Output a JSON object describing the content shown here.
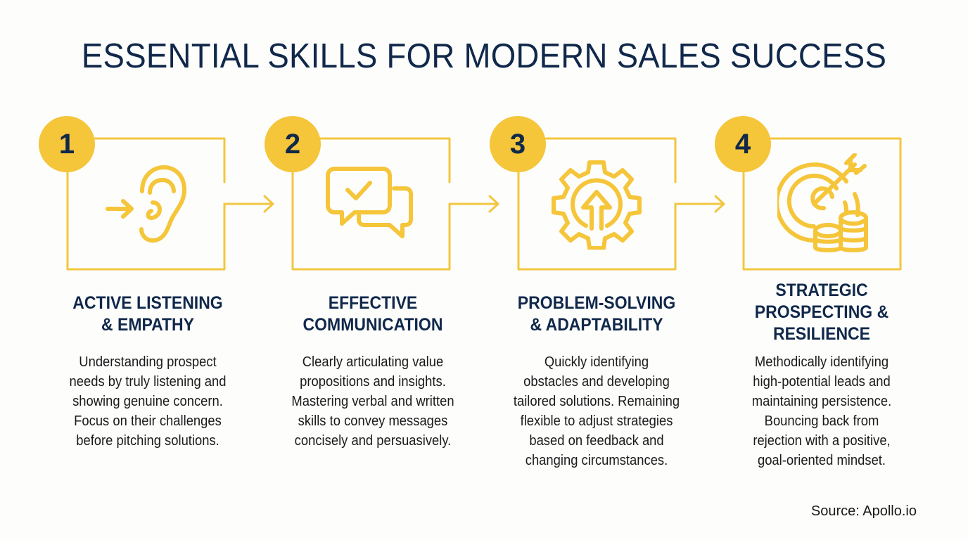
{
  "title": "ESSENTIAL SKILLS FOR MODERN SALES SUCCESS",
  "colors": {
    "accent": "#f5c53a",
    "line": "#f3c640",
    "heading": "#10284a",
    "text": "#1a1a1a"
  },
  "steps": [
    {
      "number": "1",
      "icon": "ear-with-arrow-icon",
      "heading_lines": [
        "ACTIVE LISTENING",
        "& EMPATHY"
      ],
      "description_lines": [
        "Understanding prospect",
        "needs by truly listening and",
        "showing genuine concern.",
        "Focus on their challenges",
        "before pitching solutions."
      ]
    },
    {
      "number": "2",
      "icon": "chat-bubbles-check-icon",
      "heading_lines": [
        "EFFECTIVE",
        "COMMUNICATION"
      ],
      "description_lines": [
        "Clearly articulating value",
        "propositions and insights.",
        "Mastering verbal and written",
        "skills to convey messages",
        "concisely and persuasively."
      ]
    },
    {
      "number": "3",
      "icon": "gear-arrow-up-icon",
      "heading_lines": [
        "PROBLEM-SOLVING",
        "& ADAPTABILITY"
      ],
      "description_lines": [
        "Quickly identifying",
        "obstacles and developing",
        "tailored solutions. Remaining",
        "flexible to adjust strategies",
        "based on feedback and",
        "changing circumstances."
      ]
    },
    {
      "number": "4",
      "icon": "target-arrow-coins-icon",
      "heading_lines": [
        "STRATEGIC",
        "PROSPECTING &",
        "RESILIENCE"
      ],
      "description_lines": [
        "Methodically identifying",
        "high-potential leads and",
        "maintaining persistence.",
        "Bouncing back from",
        "rejection with a positive,",
        "goal-oriented mindset."
      ]
    }
  ],
  "source": "Source: Apollo.io"
}
